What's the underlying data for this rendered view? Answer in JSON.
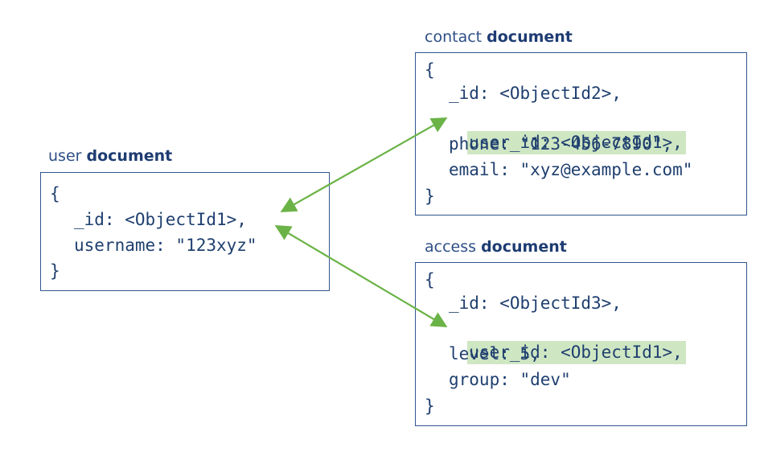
{
  "user_doc": {
    "name": "user",
    "kind": "document",
    "lines": {
      "open": "{",
      "id": "_id: <ObjectId1>,",
      "username": "username: \"123xyz\"",
      "close": "}"
    }
  },
  "contact_doc": {
    "name": "contact",
    "kind": "document",
    "lines": {
      "open": "{",
      "id": "_id: <ObjectId2>,",
      "user_id": "user_id: <ObjectId1>,",
      "phone": "phone: \"123-456-7890\",",
      "email": "email: \"xyz@example.com\"",
      "close": "}"
    }
  },
  "access_doc": {
    "name": "access",
    "kind": "document",
    "lines": {
      "open": "{",
      "id": "_id: <ObjectId3>,",
      "user_id": "user_id: <ObjectId1>,",
      "level": "level: 5,",
      "group": "group: \"dev\"",
      "close": "}"
    }
  },
  "colors": {
    "text": "#1f3f6f",
    "border": "#31558f",
    "highlight": "#cfe6c3",
    "arrow": "#6bb347"
  }
}
